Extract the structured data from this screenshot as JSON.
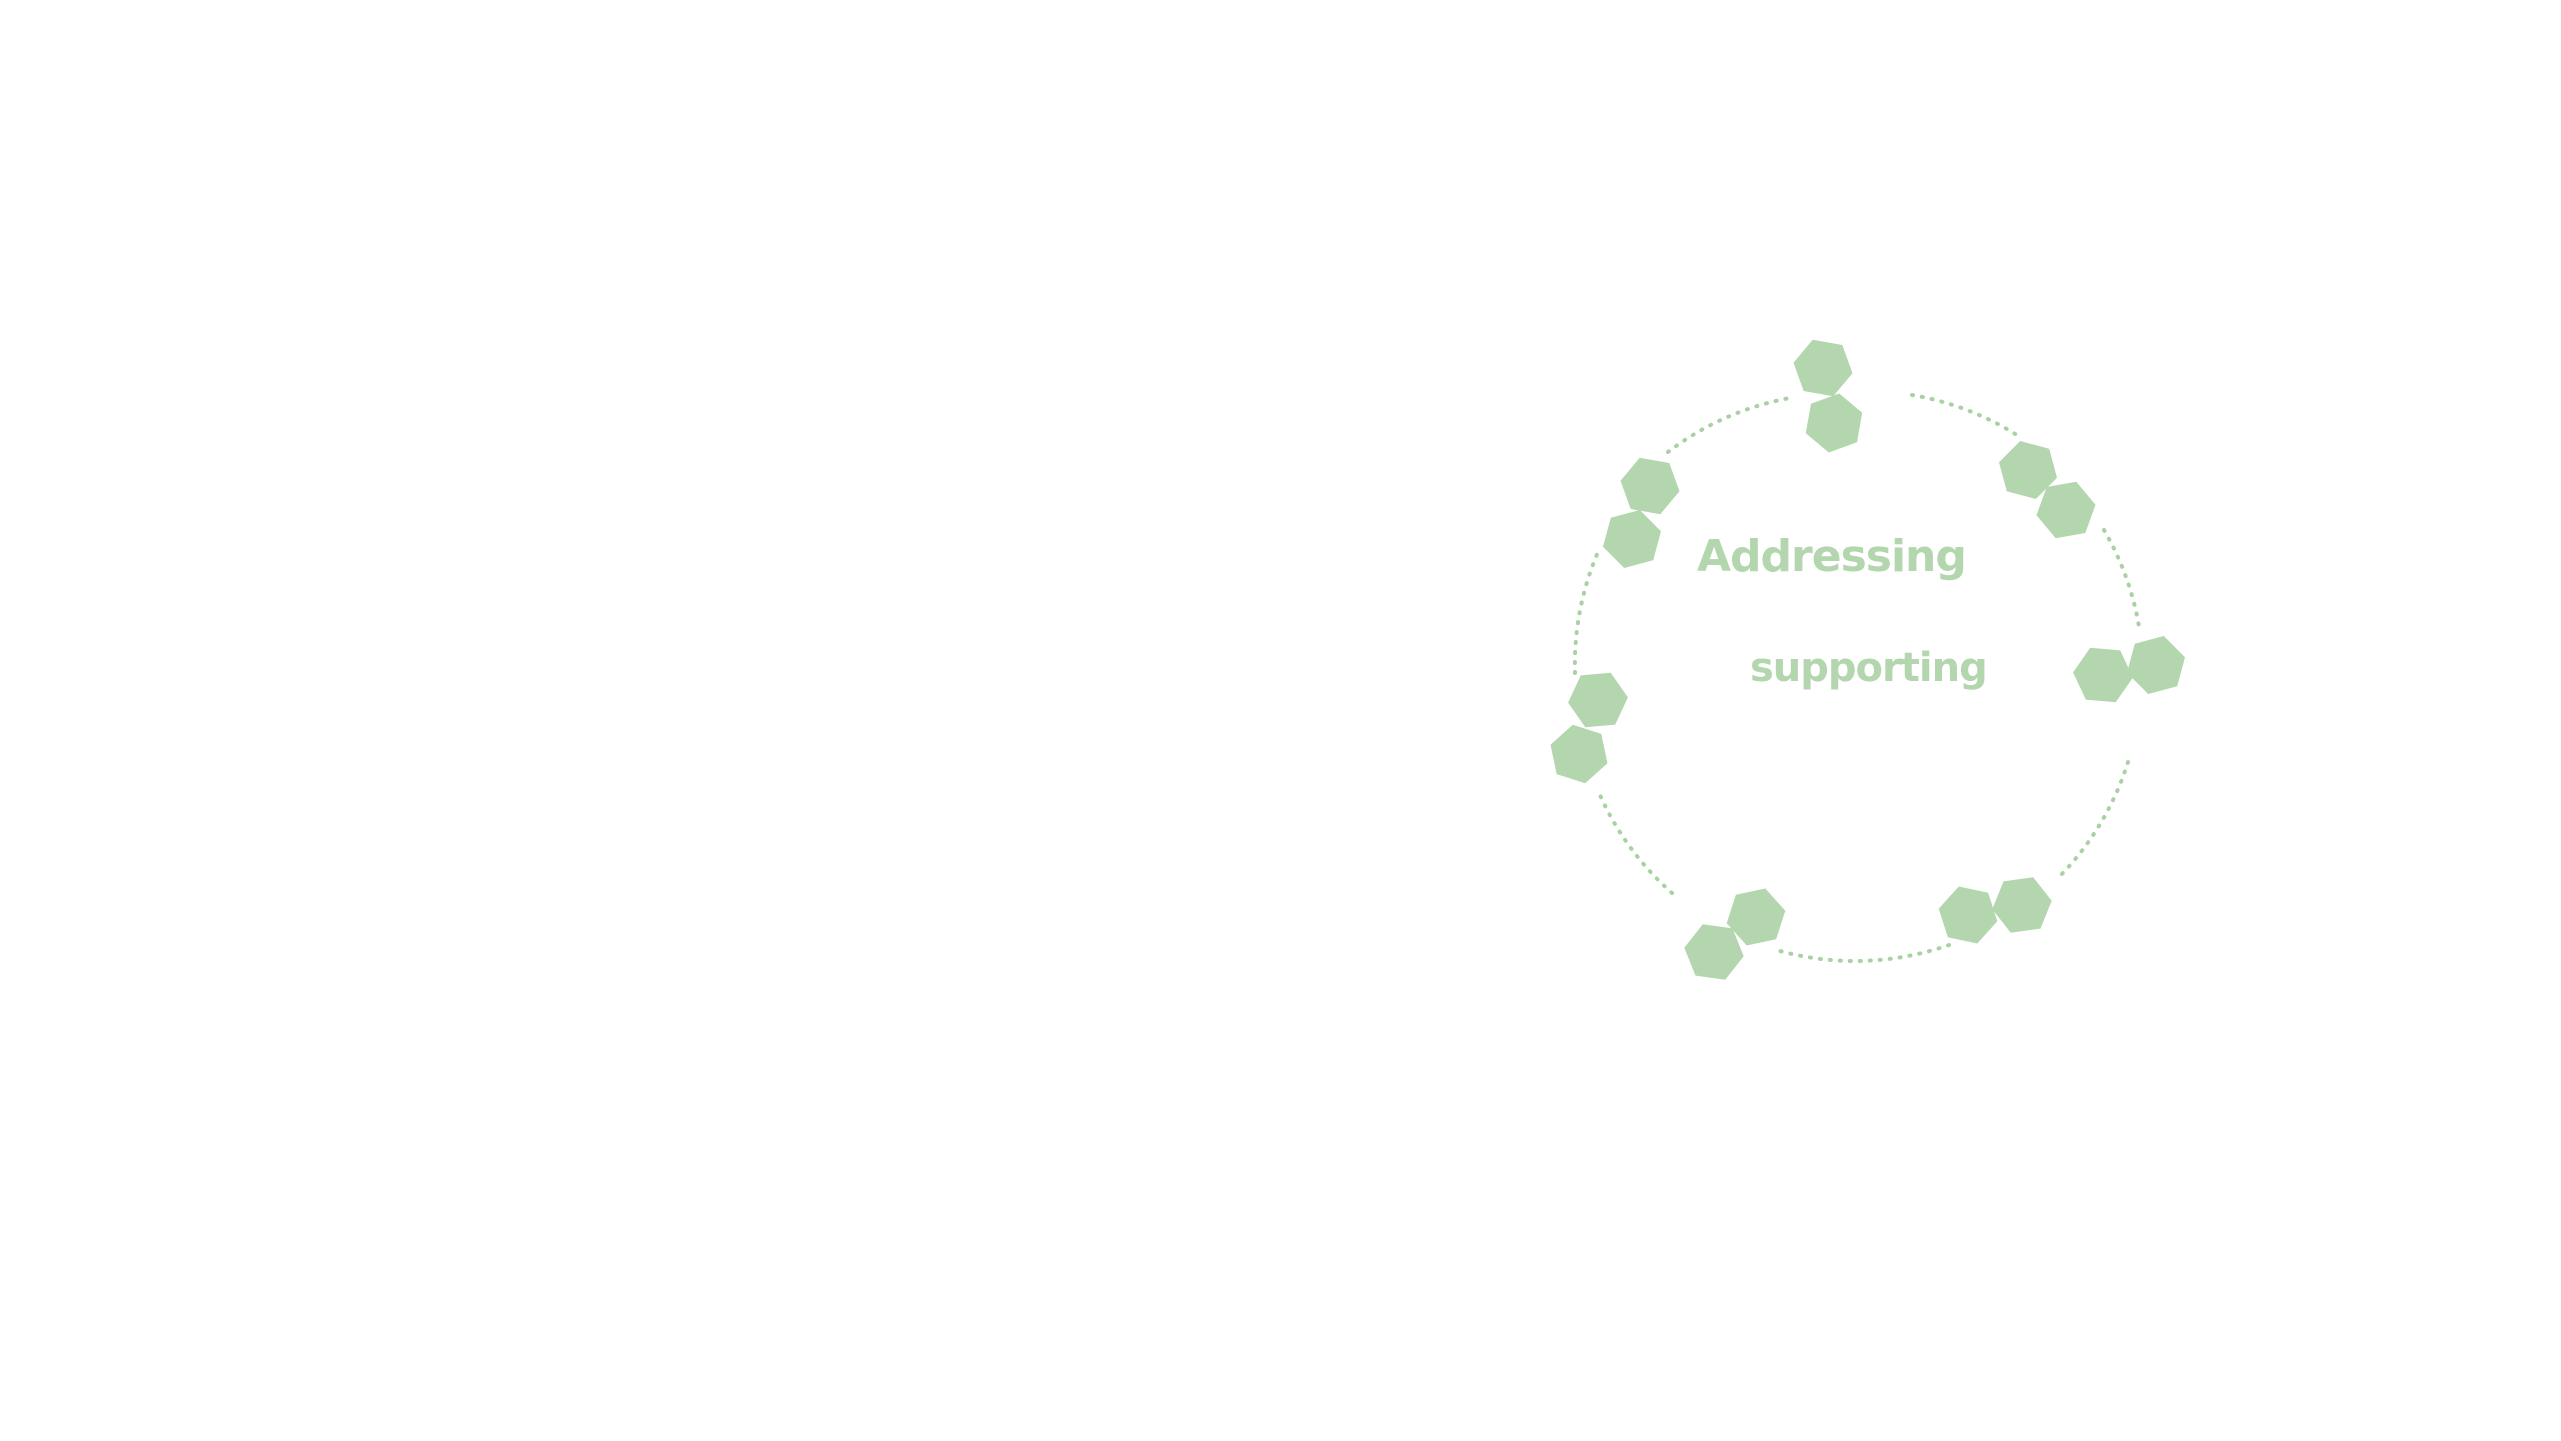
{
  "diagram": {
    "labels": {
      "primary": "Addressing",
      "secondary": "supporting"
    },
    "colors": {
      "hexagon": "#b3d6ae",
      "dotted_ring": "#a9d1a3",
      "text": "#b3d6ae",
      "background": "#ffffff"
    },
    "hexagon_groups": [
      {
        "id": "top",
        "icon": "hexagon-pair-icon"
      },
      {
        "id": "upper-right",
        "icon": "hexagon-pair-icon"
      },
      {
        "id": "right",
        "icon": "hexagon-pair-icon"
      },
      {
        "id": "lower-right",
        "icon": "hexagon-pair-icon"
      },
      {
        "id": "bottom",
        "icon": "hexagon-pair-icon"
      },
      {
        "id": "left",
        "icon": "hexagon-pair-icon"
      },
      {
        "id": "upper-left",
        "icon": "hexagon-pair-icon"
      }
    ]
  }
}
